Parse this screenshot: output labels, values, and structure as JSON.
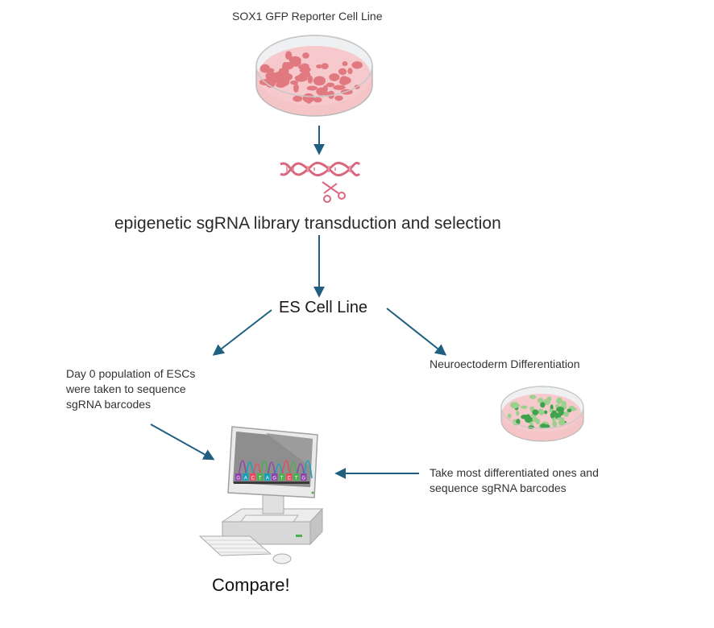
{
  "diagram": {
    "title_top": "SOX1 GFP Reporter Cell Line",
    "step_library": "epigenetic sgRNA library transduction and selection",
    "step_es": "ES Cell Line",
    "branch_left": {
      "lines": [
        "Day 0 population of ESCs",
        "were taken to sequence",
        "sgRNA barcodes"
      ]
    },
    "branch_right": {
      "title": "Neuroectoderm Differentiation",
      "lines": [
        "Take most differentiated ones and",
        "sequence sgRNA barcodes"
      ]
    },
    "final": "Compare!",
    "sequence_letters": [
      "G",
      "A",
      "C",
      "T",
      "A",
      "G",
      "T",
      "C",
      "T",
      "G"
    ],
    "icons": [
      "petri-dish-red",
      "dna-scissors",
      "petri-dish-green",
      "sequencing-computer"
    ],
    "colors": {
      "arrow": "#1f5f80",
      "dish_red_dot": "#e07a80",
      "dish_media": "#f6c9cc",
      "dna": "#d9677e",
      "green_dark": "#3fa34d",
      "green_light": "#9dcf8f"
    }
  }
}
